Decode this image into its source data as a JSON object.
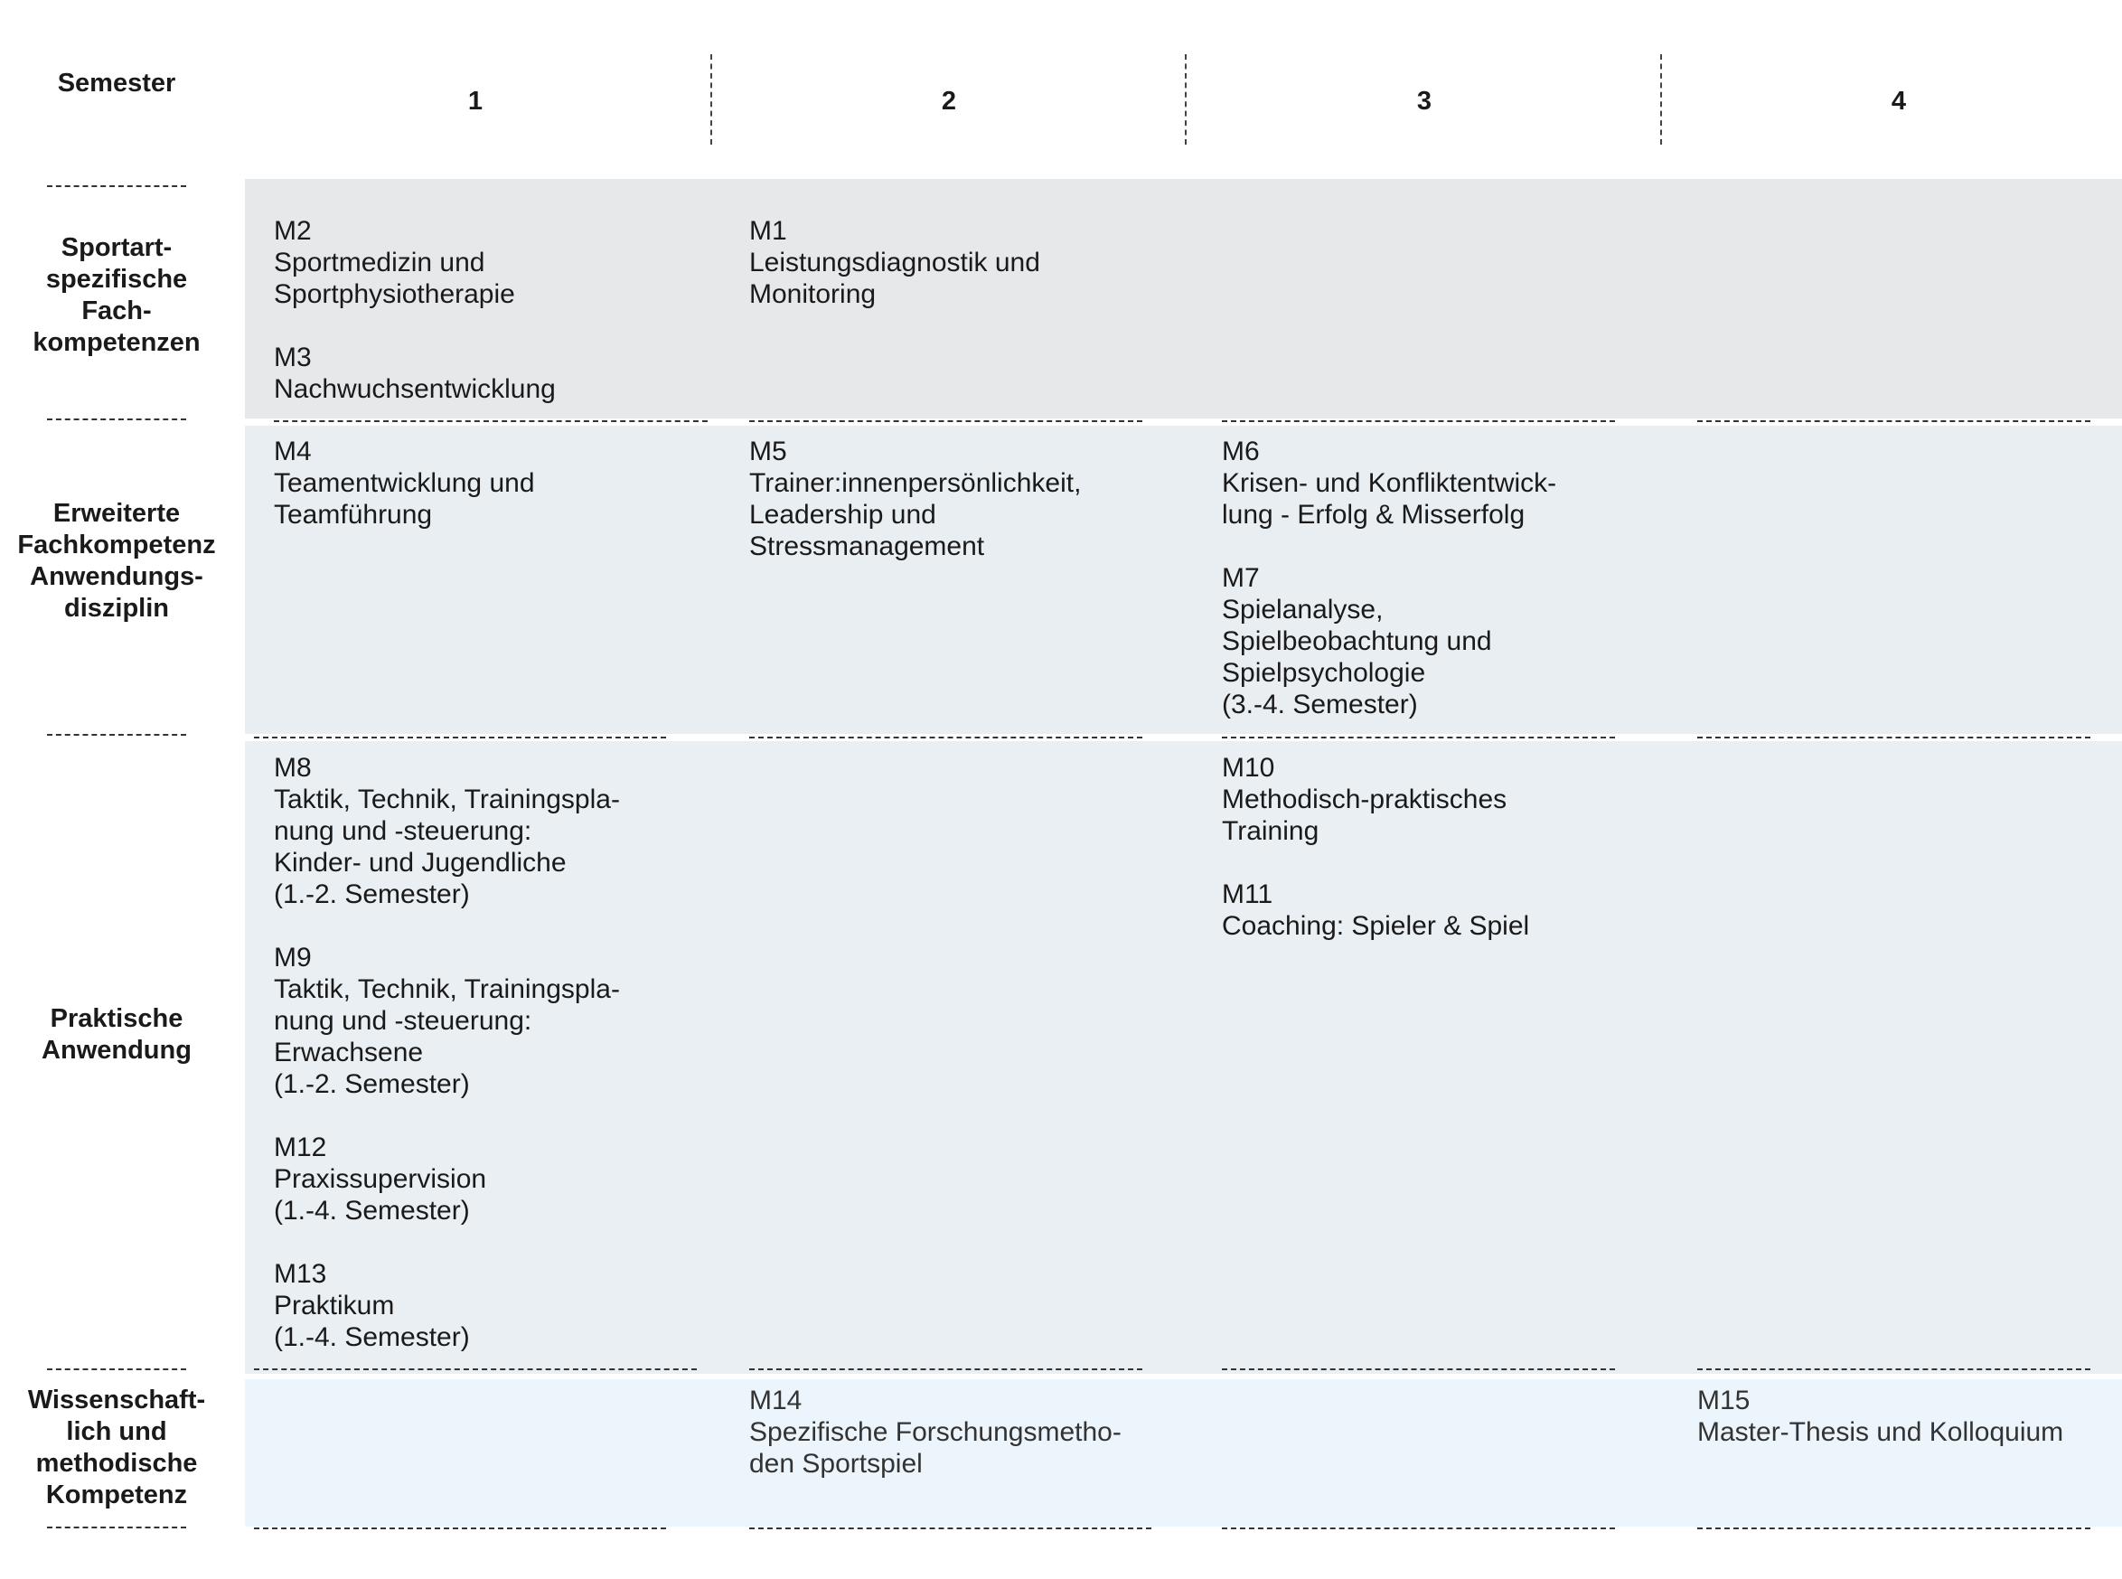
{
  "header": {
    "semester_label": "Semester",
    "semesters": [
      "1",
      "2",
      "3",
      "4"
    ]
  },
  "rows": [
    {
      "label_lines": [
        "Sportart-",
        "spezifische",
        "Fach-",
        "kompetenzen"
      ],
      "cells": [
        {
          "modules": [
            {
              "code": "M2",
              "lines": [
                "Sportmedizin und",
                "Sportphysiotherapie"
              ]
            },
            {
              "code": "M3",
              "lines": [
                "Nachwuchsentwicklung"
              ]
            }
          ]
        },
        {
          "modules": [
            {
              "code": "M1",
              "lines": [
                "Leistungsdiagnostik und",
                "Monitoring"
              ]
            }
          ]
        },
        {
          "modules": []
        },
        {
          "modules": []
        }
      ]
    },
    {
      "label_lines": [
        "Erweiterte",
        "Fachkompetenz",
        "Anwendungs-",
        "disziplin"
      ],
      "cells": [
        {
          "modules": [
            {
              "code": "M4",
              "lines": [
                "Teamentwicklung und",
                "Teamführung"
              ]
            }
          ]
        },
        {
          "modules": [
            {
              "code": "M5",
              "lines": [
                "Trainer:innenpersönlichkeit,",
                "Leadership und",
                "Stressmanagement"
              ]
            }
          ]
        },
        {
          "modules": [
            {
              "code": "M6",
              "lines": [
                "Krisen- und Konfliktentwick-",
                "lung - Erfolg & Misserfolg"
              ]
            },
            {
              "code": "M7",
              "lines": [
                "Spielanalyse,",
                "Spielbeobachtung und",
                "Spielpsychologie",
                "(3.-4. Semester)"
              ]
            }
          ]
        },
        {
          "modules": []
        }
      ]
    },
    {
      "label_lines": [
        "Praktische",
        "Anwendung"
      ],
      "cells": [
        {
          "modules": [
            {
              "code": "M8",
              "lines": [
                "Taktik, Technik, Trainingspla-",
                "nung und -steuerung:",
                "Kinder- und Jugendliche",
                "(1.-2. Semester)"
              ]
            },
            {
              "code": "M9",
              "lines": [
                "Taktik, Technik, Trainingspla-",
                "nung und -steuerung:",
                "Erwachsene",
                "(1.-2. Semester)"
              ]
            },
            {
              "code": "M12",
              "lines": [
                "Praxissupervision",
                "(1.-4. Semester)"
              ]
            },
            {
              "code": "M13",
              "lines": [
                "Praktikum",
                "(1.-4. Semester)"
              ]
            }
          ]
        },
        {
          "modules": []
        },
        {
          "modules": [
            {
              "code": "M10",
              "lines": [
                "Methodisch-praktisches",
                "Training"
              ]
            },
            {
              "code": "M11",
              "lines": [
                "Coaching: Spieler & Spiel"
              ]
            }
          ]
        },
        {
          "modules": []
        }
      ]
    },
    {
      "label_lines": [
        "Wissenschaft-",
        "lich und",
        "methodische",
        "Kompetenz"
      ],
      "cells": [
        {
          "modules": []
        },
        {
          "modules": [
            {
              "code": "M14",
              "lines": [
                "Spezifische Forschungsmetho-",
                "den Sportspiel"
              ]
            }
          ]
        },
        {
          "modules": []
        },
        {
          "modules": [
            {
              "code": "M15",
              "lines": [
                "Master-Thesis und Kolloquium"
              ]
            }
          ]
        }
      ]
    }
  ],
  "colors": {
    "band_1": "#e7e8ea",
    "band_2": "#e9eef2",
    "band_3": "#e9eff3",
    "band_4": "#ebf5fb",
    "text": "#1a1a1a"
  }
}
